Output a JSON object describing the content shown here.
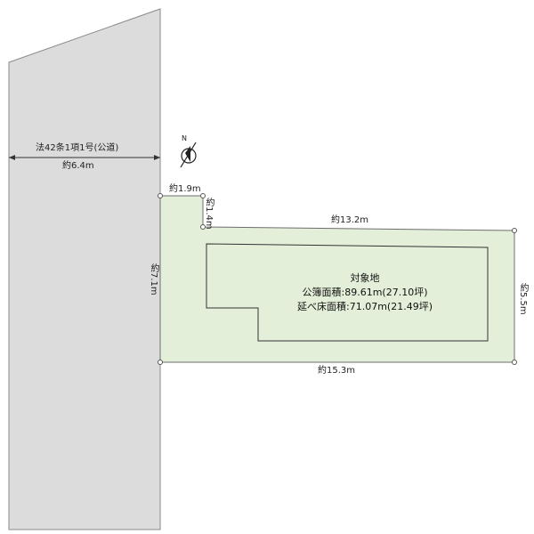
{
  "road": {
    "label": "法42条1項1号(公道)",
    "width": "約6.4m"
  },
  "site": {
    "title": "対象地",
    "registered_area": "公簿面積:89.61m(27.10坪)",
    "floor_area": "延べ床面積:71.07m(21.49坪)"
  },
  "dimensions": {
    "top_left": "約1.9m",
    "step": "約1.4m",
    "top_right": "約13.2m",
    "left": "約7.1m",
    "right": "約5.5m",
    "bottom": "約15.3m"
  },
  "colors": {
    "road_fill": "#dcdcdc",
    "site_fill": "#e3efd9",
    "outline": "#666666"
  }
}
